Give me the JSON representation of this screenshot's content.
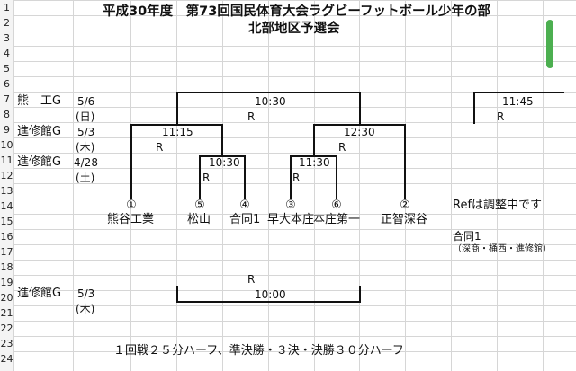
{
  "title": "平成30年度　第73回国民体育大会ラグビーフットボール少年の部",
  "subtitle": "北部地区予選会",
  "row_numbers": [
    "1",
    "2",
    "3",
    "4",
    "5",
    "6",
    "7",
    "8",
    "9",
    "10",
    "11",
    "12",
    "13",
    "14",
    "15",
    "16",
    "17",
    "18",
    "19",
    "20",
    "21",
    "22",
    "23",
    "24"
  ],
  "venues": {
    "kumagaya": {
      "name": "熊　工G",
      "date": "5/6",
      "day": "(日)"
    },
    "shinshukan_1": {
      "name": "進修館G",
      "date": "5/3",
      "day": "(木)"
    },
    "shinshukan_2": {
      "name": "進修館G",
      "date": "4/28",
      "day": "(土)"
    },
    "shinshukan_3": {
      "name": "進修館G",
      "date": "5/3",
      "day": "(木)"
    }
  },
  "matches": {
    "final_left": {
      "time": "10:30",
      "ref": "R"
    },
    "final_right": {
      "time": "11:45",
      "ref": "R"
    },
    "semi_left": {
      "time": "11:15",
      "ref": "R"
    },
    "semi_right": {
      "time": "12:30",
      "ref": "R"
    },
    "qf_left": {
      "time": "10:30",
      "ref": "R"
    },
    "qf_right": {
      "time": "11:30",
      "ref": "R"
    },
    "third_place": {
      "time": "10:00",
      "ref": "R"
    }
  },
  "teams": [
    {
      "seed": "①",
      "name": "熊谷工業"
    },
    {
      "seed": "⑤",
      "name": "松山"
    },
    {
      "seed": "④",
      "name": "合同1"
    },
    {
      "seed": "③",
      "name": "早大本庄"
    },
    {
      "seed": "⑥",
      "name": "本庄第一"
    },
    {
      "seed": "②",
      "name": "正智深谷"
    }
  ],
  "notes": {
    "ref_note": "Refは調整中です",
    "joint_team_label": "合同1",
    "joint_team_members": "（深商・桶西・進修館）"
  },
  "footer": "１回戦２５分ハーフ、準決勝・３決・決勝３０分ハーフ"
}
